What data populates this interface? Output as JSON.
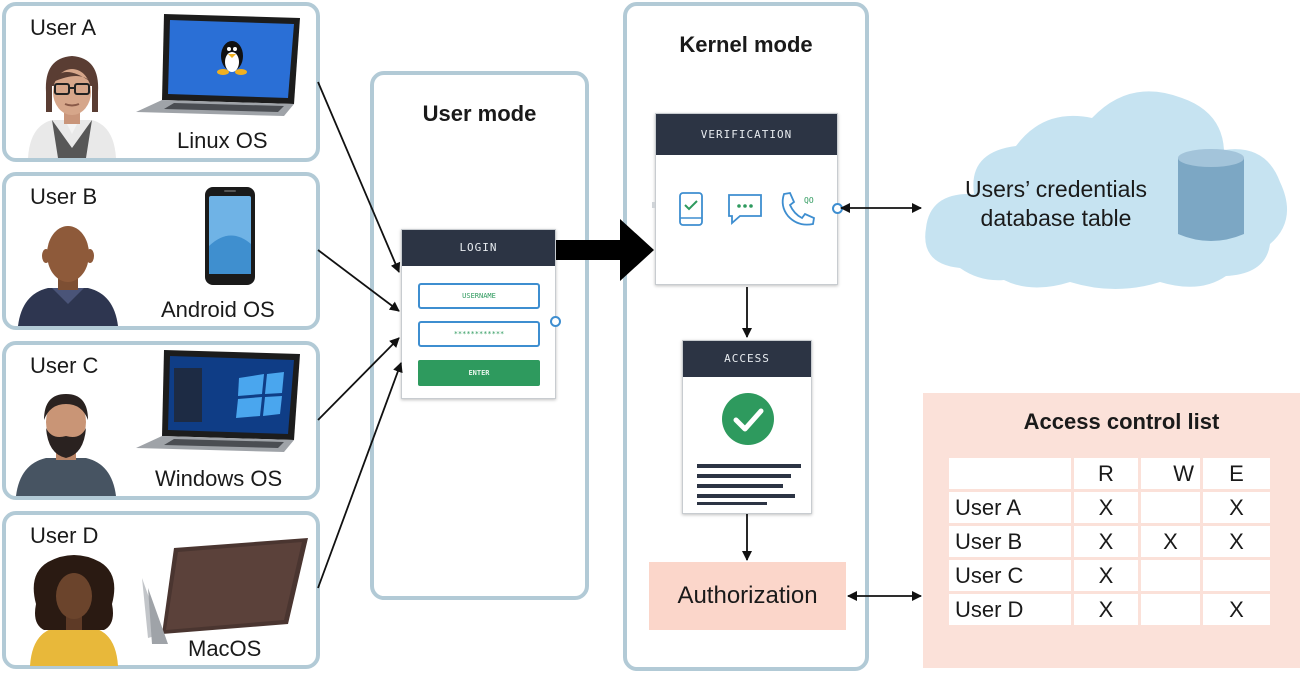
{
  "users": [
    {
      "name": "User A",
      "os": "Linux OS",
      "device": "laptop-linux"
    },
    {
      "name": "User B",
      "os": "Android OS",
      "device": "phone"
    },
    {
      "name": "User C",
      "os": "Windows OS",
      "device": "laptop-windows"
    },
    {
      "name": "User D",
      "os": "MacOS",
      "device": "laptop-mac"
    }
  ],
  "user_mode": {
    "title": "User mode",
    "login": {
      "header": "LOGIN",
      "username": "USERNAME",
      "password": "************",
      "button": "ENTER"
    }
  },
  "kernel_mode": {
    "title": "Kernel mode",
    "verification": {
      "header": "VERIFICATION"
    },
    "access": {
      "header": "ACCESS"
    },
    "authorization": "Authorization"
  },
  "database": {
    "line1": "Users’ credentials",
    "line2": "database table"
  },
  "acl": {
    "title": "Access control list",
    "columns": [
      "",
      "R",
      "W",
      "E"
    ],
    "rows": [
      {
        "user": "User A",
        "r": "X",
        "w": "",
        "e": "X"
      },
      {
        "user": "User B",
        "r": "X",
        "w": "X",
        "e": "X"
      },
      {
        "user": "User C",
        "r": "X",
        "w": "",
        "e": ""
      },
      {
        "user": "User D",
        "r": "X",
        "w": "",
        "e": "X"
      }
    ]
  },
  "colors": {
    "box_border": "#b2cad6",
    "card_header": "#2c3444",
    "accent_blue": "#3e8ed0",
    "accent_green": "#2e9a5e",
    "authorization_bg": "#fbd6ca",
    "acl_bg": "#fbe1d9",
    "cloud": "#c6e3f1"
  }
}
